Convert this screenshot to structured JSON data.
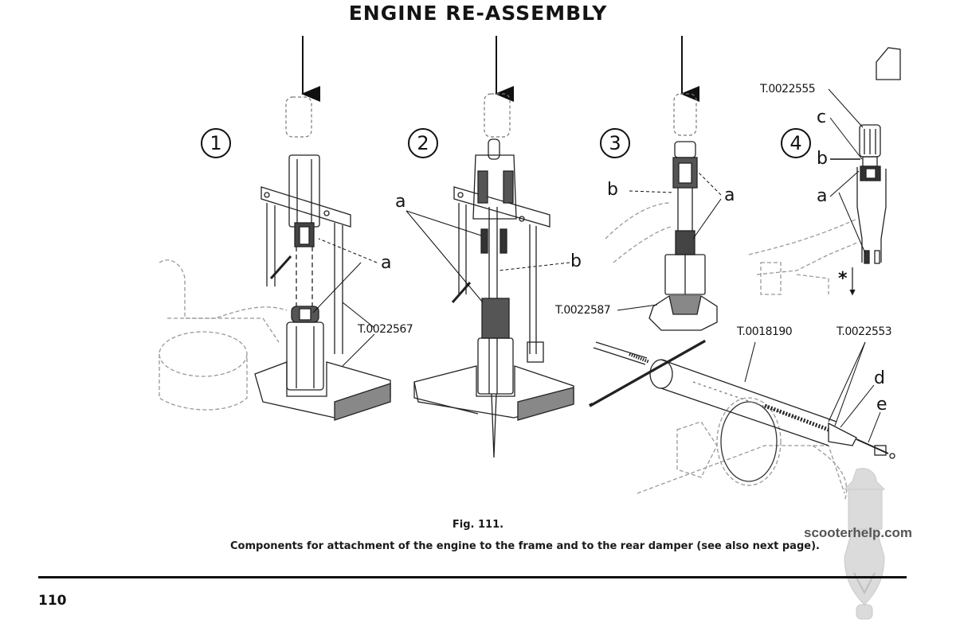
{
  "page": {
    "title": "ENGINE RE-ASSEMBLY",
    "page_number": "110"
  },
  "figure": {
    "number_label": "Fig. 111.",
    "caption": "Components for attachment of the engine to the frame and to the rear damper (see also next page).",
    "steps": [
      {
        "number": "1",
        "labels": [
          "a"
        ],
        "tool_codes": [
          "T.0022567"
        ]
      },
      {
        "number": "2",
        "labels": [
          "a",
          "b"
        ],
        "tool_codes": []
      },
      {
        "number": "3",
        "labels": [
          "b",
          "a"
        ],
        "tool_codes": [
          "T.0022587"
        ]
      },
      {
        "number": "4",
        "labels": [
          "c",
          "b",
          "a",
          "*"
        ],
        "tool_codes": [
          "T.0022555"
        ]
      }
    ],
    "lower_assembly": {
      "labels": [
        "d",
        "e"
      ],
      "tool_codes": [
        "T.0018190",
        "T.0022553"
      ]
    }
  },
  "watermark": {
    "text": "scooterhelp.com"
  }
}
